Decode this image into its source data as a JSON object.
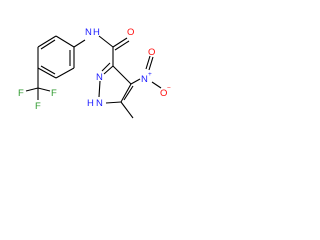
{
  "molecule": {
    "atoms": {
      "amide_nh": {
        "text": "N",
        "h": "H"
      },
      "carbonyl_o": {
        "text": "O"
      },
      "ring_n_upper": {
        "text": "N"
      },
      "ring_n_lower": {
        "text": "N",
        "h": "H",
        "h_count": "1"
      },
      "nitro_n": {
        "text": "N",
        "charge": "+"
      },
      "nitro_o_double": {
        "text": "O"
      },
      "nitro_o_single": {
        "text": "O",
        "charge": "−"
      },
      "f1": {
        "text": "F"
      },
      "f2": {
        "text": "F"
      },
      "f3": {
        "text": "F"
      }
    }
  },
  "colors": {
    "carbon": "#000000",
    "nitrogen": "#1c1cff",
    "oxygen": "#ff0d0d",
    "fluorine": "#2e9a2e",
    "background": "#ffffff"
  }
}
